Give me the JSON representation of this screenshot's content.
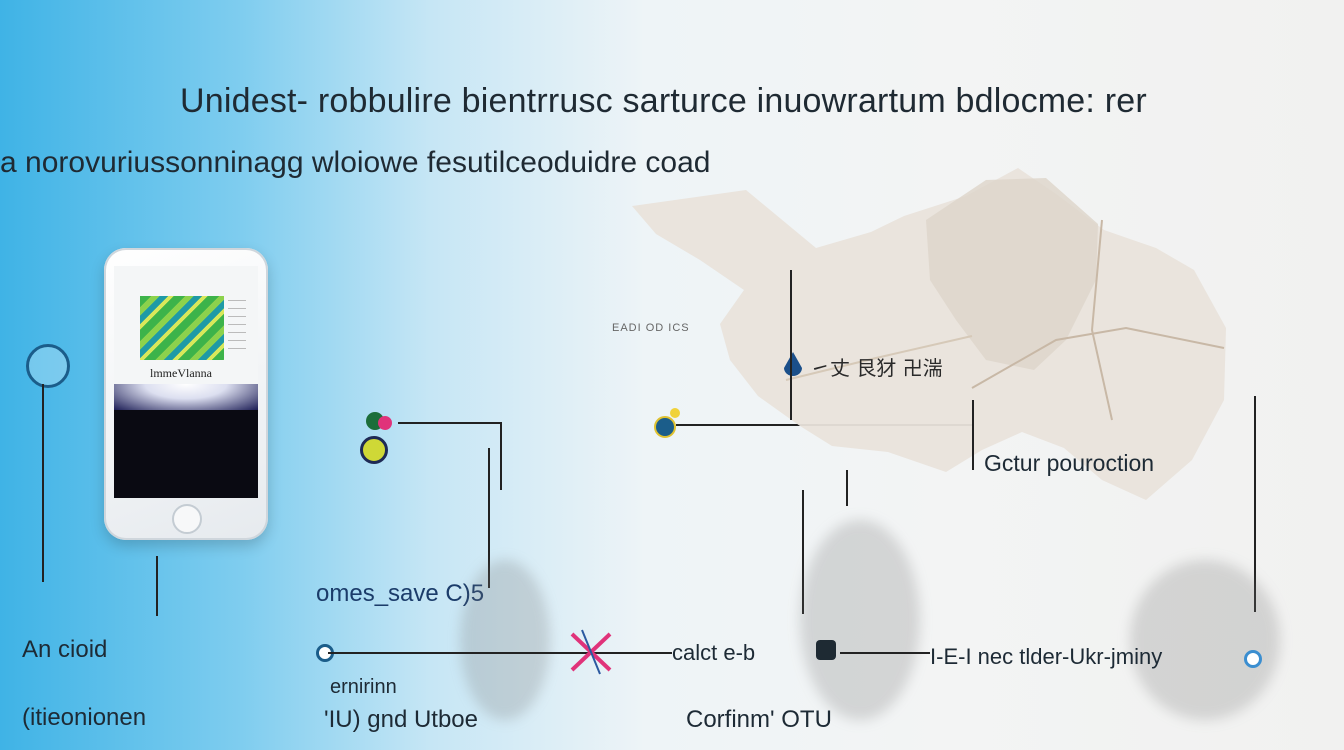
{
  "headline": {
    "line1": "Unidest- robbulire bientrrusc sarturce inuowrartum bdlocme: rer",
    "line2": "a norovuriussonninagg wloiowe fesutilceoduidre coad"
  },
  "map_small_text": "EADI OD ICS",
  "map_pin_text": "㇀丈 艮犲 卍湍",
  "labels": {
    "cloud": "An cioid",
    "cloud_sub": "(itieonionen",
    "omes": "omes_save C)5",
    "erninn": "ernirinn",
    "iu_grid": "'IU)  gnd  Utboe",
    "calct": "calct  e-b",
    "confirm": "Corfinm' OTU",
    "connect": "I-E-I nec tlder-Ukr-jminy",
    "gctur": "Gctur pouroction"
  },
  "colors": {
    "accent_blue": "#1b5d8a",
    "magenta": "#e0337a",
    "line": "#222222",
    "map_fill": "#e9e3db"
  },
  "icons": [
    "location-pin-icon",
    "connector-node-icon",
    "phone-icon",
    "crossed-icon"
  ]
}
